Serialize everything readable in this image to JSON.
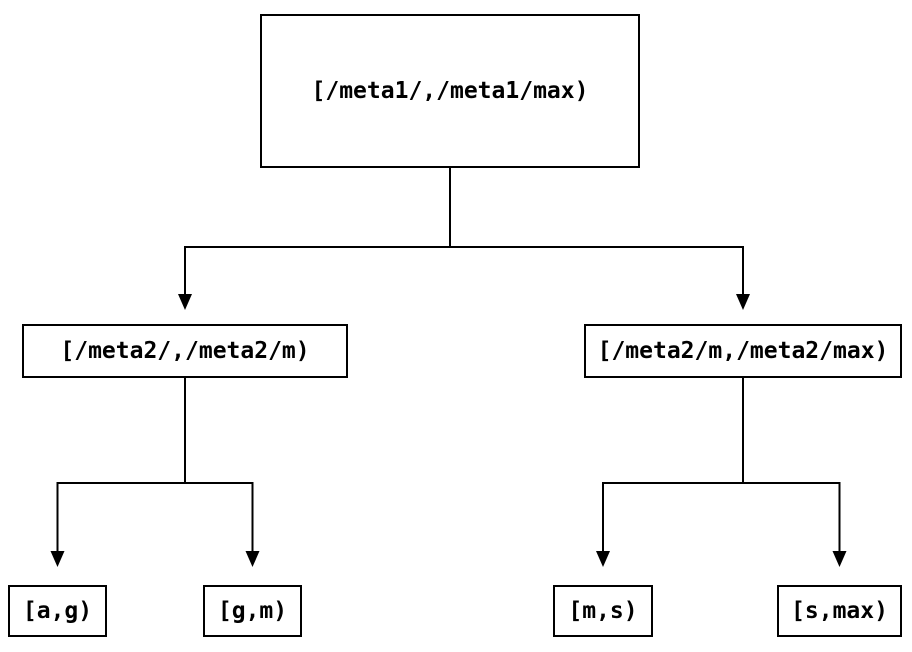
{
  "diagram": {
    "type": "tree",
    "background_color": "#ffffff",
    "line_color": "#000000",
    "node_border_color": "#000000",
    "node_fill_color": "#ffffff",
    "text_color": "#000000",
    "nodes": [
      {
        "id": "root",
        "level": 0,
        "label": "[/meta1/,/meta1/max)"
      },
      {
        "id": "left",
        "level": 1,
        "label": "[/meta2/,/meta2/m)"
      },
      {
        "id": "right",
        "level": 1,
        "label": "[/meta2/m,/meta2/max)"
      },
      {
        "id": "leaf-ag",
        "level": 2,
        "label": "[a,g)"
      },
      {
        "id": "leaf-gm",
        "level": 2,
        "label": "[g,m)"
      },
      {
        "id": "leaf-ms",
        "level": 2,
        "label": "[m,s)"
      },
      {
        "id": "leaf-smax",
        "level": 2,
        "label": "[s,max)"
      }
    ],
    "edges": [
      {
        "from": "root",
        "to": "left",
        "arrow": "down"
      },
      {
        "from": "root",
        "to": "right",
        "arrow": "down"
      },
      {
        "from": "left",
        "to": "leaf-ag",
        "arrow": "down"
      },
      {
        "from": "left",
        "to": "leaf-gm",
        "arrow": "down"
      },
      {
        "from": "right",
        "to": "leaf-ms",
        "arrow": "down"
      },
      {
        "from": "right",
        "to": "leaf-smax",
        "arrow": "down"
      }
    ]
  }
}
